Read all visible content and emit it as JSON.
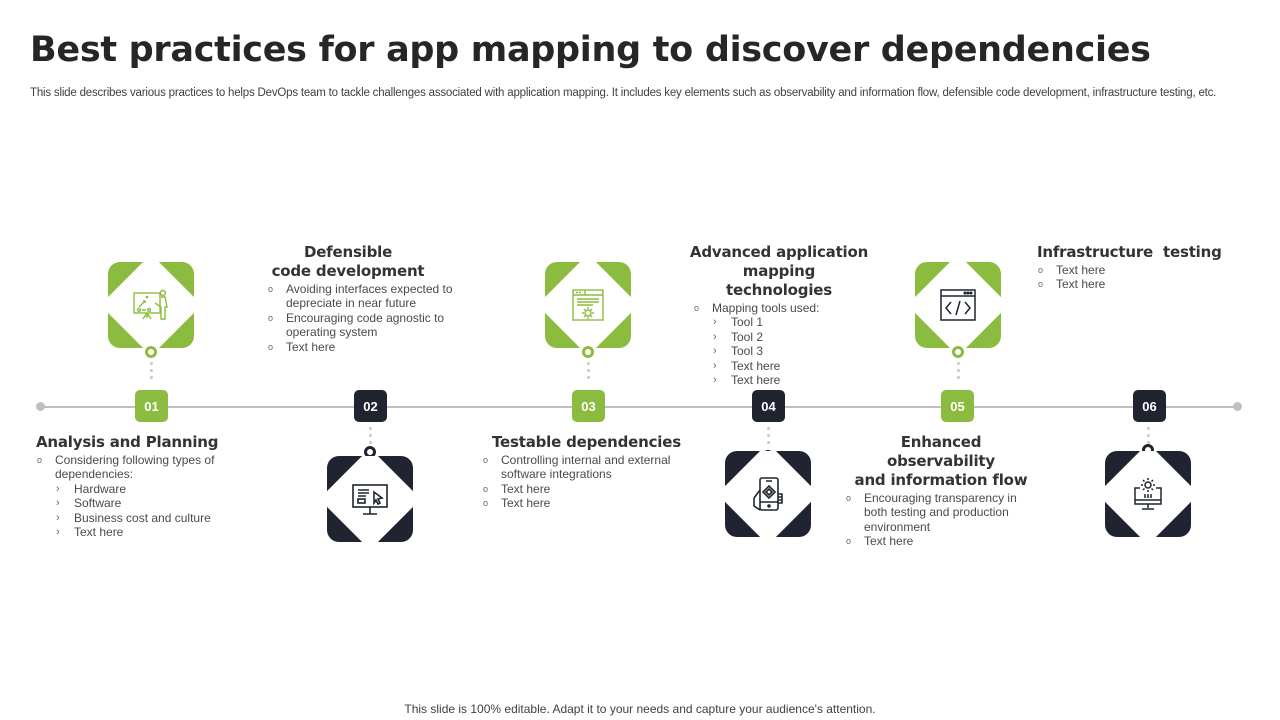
{
  "slide": {
    "title": "Best practices for app mapping to discover dependencies",
    "subtitle": "This slide describes various practices to helps DevOps team to tackle challenges associated with application mapping. It includes key elements such as observability and information flow, defensible code development, infrastructure testing, etc.",
    "footer": "This slide is 100% editable. Adapt it to your needs and capture your audience's attention."
  },
  "colors": {
    "accent_green": "#8cbc3f",
    "dark_navy": "#1f2430",
    "timeline_gray": "#bfbfbf",
    "title_text": "#262626"
  },
  "steps": [
    {
      "number": "01",
      "color": "green",
      "icon": "strategy-board-icon",
      "title": "Analysis and Planning",
      "bullets": [
        {
          "text": "Considering following types of dependencies:",
          "level": 1
        },
        {
          "text": "Hardware",
          "level": 2
        },
        {
          "text": "Software",
          "level": 2
        },
        {
          "text": "Business cost and culture",
          "level": 2
        },
        {
          "text": "Text here",
          "level": 2
        }
      ]
    },
    {
      "number": "02",
      "color": "dark",
      "icon": "monitor-cursor-icon",
      "title_lines": [
        "Defensible",
        "code development"
      ],
      "bullets": [
        {
          "text": "Avoiding interfaces expected to depreciate in near future",
          "level": 1
        },
        {
          "text": "Encouraging code agnostic to operating system",
          "level": 1
        },
        {
          "text": "Text here",
          "level": 1
        }
      ]
    },
    {
      "number": "03",
      "color": "green",
      "icon": "browser-gear-icon",
      "title": "Testable dependencies",
      "bullets": [
        {
          "text": "Controlling internal and external software integrations",
          "level": 1
        },
        {
          "text": "Text here",
          "level": 1
        },
        {
          "text": "Text here",
          "level": 1
        }
      ]
    },
    {
      "number": "04",
      "color": "dark",
      "icon": "mobile-hand-icon",
      "title_lines": [
        "Advanced application",
        "mapping technologies"
      ],
      "bullets": [
        {
          "text": "Mapping tools used:",
          "level": 1
        },
        {
          "text": "Tool 1",
          "level": 2
        },
        {
          "text": "Tool 2",
          "level": 2
        },
        {
          "text": "Tool 3",
          "level": 2
        },
        {
          "text": "Text here",
          "level": 2
        },
        {
          "text": "Text here",
          "level": 2
        }
      ]
    },
    {
      "number": "05",
      "color": "green",
      "icon": "code-window-icon",
      "title_lines": [
        "Enhanced observability",
        "and information flow"
      ],
      "bullets": [
        {
          "text": "Encouraging transparency in both testing and production environment",
          "level": 1
        },
        {
          "text": "Text here",
          "level": 1
        }
      ]
    },
    {
      "number": "06",
      "color": "dark",
      "icon": "monitor-gear-icon",
      "title": "Infrastructure  testing",
      "bullets": [
        {
          "text": "Text here",
          "level": 1
        },
        {
          "text": "Text here",
          "level": 1
        }
      ]
    }
  ]
}
